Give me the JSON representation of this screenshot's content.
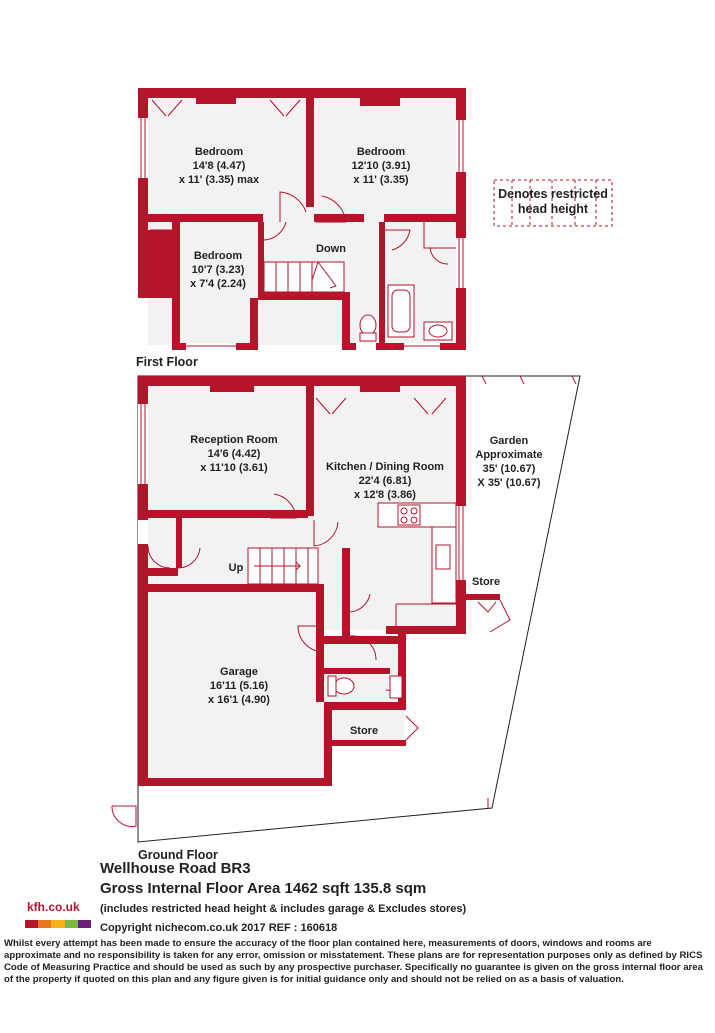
{
  "first_floor": {
    "label": "First Floor",
    "rooms": [
      {
        "name": "Bedroom",
        "size1": "14'8 (4.47)",
        "size2": "x 11' (3.35) max"
      },
      {
        "name": "Bedroom",
        "size1": "12'10 (3.91)",
        "size2": "x 11' (3.35)"
      },
      {
        "name": "Bedroom",
        "size1": "10'7 (3.23)",
        "size2": "x 7'4 (2.24)"
      }
    ],
    "stairs_label": "Down"
  },
  "ground_floor": {
    "label": "Ground Floor",
    "rooms": [
      {
        "name": "Reception Room",
        "size1": "14'6 (4.42)",
        "size2": "x 11'10 (3.61)"
      },
      {
        "name": "Kitchen / Dining Room",
        "size1": "22'4 (6.81)",
        "size2": "x 12'8 (3.86)"
      },
      {
        "name": "Garage",
        "size1": "16'11 (5.16)",
        "size2": "x 16'1 (4.90)"
      }
    ],
    "stairs_label": "Up",
    "store_labels": [
      "Store",
      "Store"
    ],
    "garden": {
      "name": "Garden",
      "line2": "Approximate",
      "line3": "35' (10.67)",
      "line4": "X 35' (10.67)"
    }
  },
  "legend": {
    "line1": "Denotes restricted",
    "line2": "head height"
  },
  "footer": {
    "address": "Wellhouse Road  BR3",
    "area": "Gross Internal Floor Area 1462 sqft 135.8 sqm",
    "includes": "(includes restricted head height & includes garage & Excludes stores)",
    "copyright": "Copyright nichecom.co.uk 2017 REF : 160618",
    "disclaimer": "Whilst every attempt has been made to ensure the accuracy of the floor plan contained here, measurements of doors, windows and rooms are approximate and no responsibility is taken for any error, omission or misstatement.  These plans are for representation purposes only as defined by RICS Code of Measuring Practice and should be used as such by any prospective purchaser.  Specifically no guarantee is given on the gross internal floor area of the property if quoted on this plan and any figure given is for initial guidance only and should not be relied on as a basis of valuation."
  },
  "logo": {
    "text": "kfh.co.uk",
    "bar_colors": [
      "#b5142b",
      "#e87722",
      "#f5b21a",
      "#7ab648",
      "#6d2077"
    ]
  },
  "colors": {
    "wall": "#b5142b",
    "floor": "#f2f2f2"
  }
}
